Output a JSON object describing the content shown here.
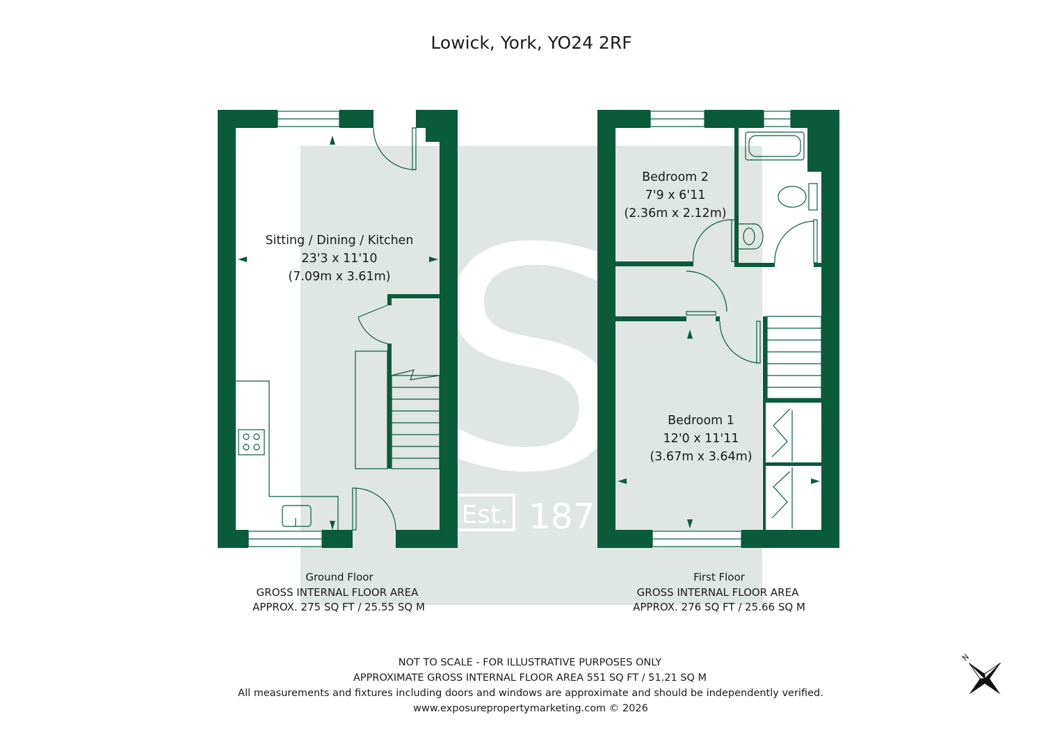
{
  "title": "Lowick, York, YO24 2RF",
  "colors": {
    "wall": "#0a5a3c",
    "watermark_bg": "#dfe6e3",
    "text": "#1a1a1a"
  },
  "watermark": {
    "letter": "S",
    "est": "Est.",
    "year": "1871"
  },
  "ground_floor": {
    "room": {
      "name": "Sitting / Dining / Kitchen",
      "imperial": "23'3 x 11'10",
      "metric": "(7.09m x 3.61m)"
    },
    "label": "Ground Floor",
    "area_heading": "GROSS INTERNAL FLOOR AREA",
    "area": "APPROX. 275 SQ FT / 25.55 SQ M"
  },
  "first_floor": {
    "bedroom2": {
      "name": "Bedroom 2",
      "imperial": "7'9 x 6'11",
      "metric": "(2.36m x 2.12m)"
    },
    "bedroom1": {
      "name": "Bedroom 1",
      "imperial": "12'0 x 11'11",
      "metric": "(3.67m x 3.64m)"
    },
    "label": "First Floor",
    "area_heading": "GROSS INTERNAL FLOOR AREA",
    "area": "APPROX. 276 SQ FT / 25.66 SQ M"
  },
  "footer": {
    "line1": "NOT TO SCALE - FOR ILLUSTRATIVE PURPOSES ONLY",
    "line2": "APPROXIMATE GROSS INTERNAL FLOOR AREA 551 SQ FT / 51.21 SQ M",
    "line3": "All measurements and fixtures including doors and windows are approximate and should be independently verified.",
    "line4": "www.exposurepropertymarketing.com © 2026"
  },
  "compass": {
    "label": "N",
    "icon": "compass-rose-icon"
  }
}
